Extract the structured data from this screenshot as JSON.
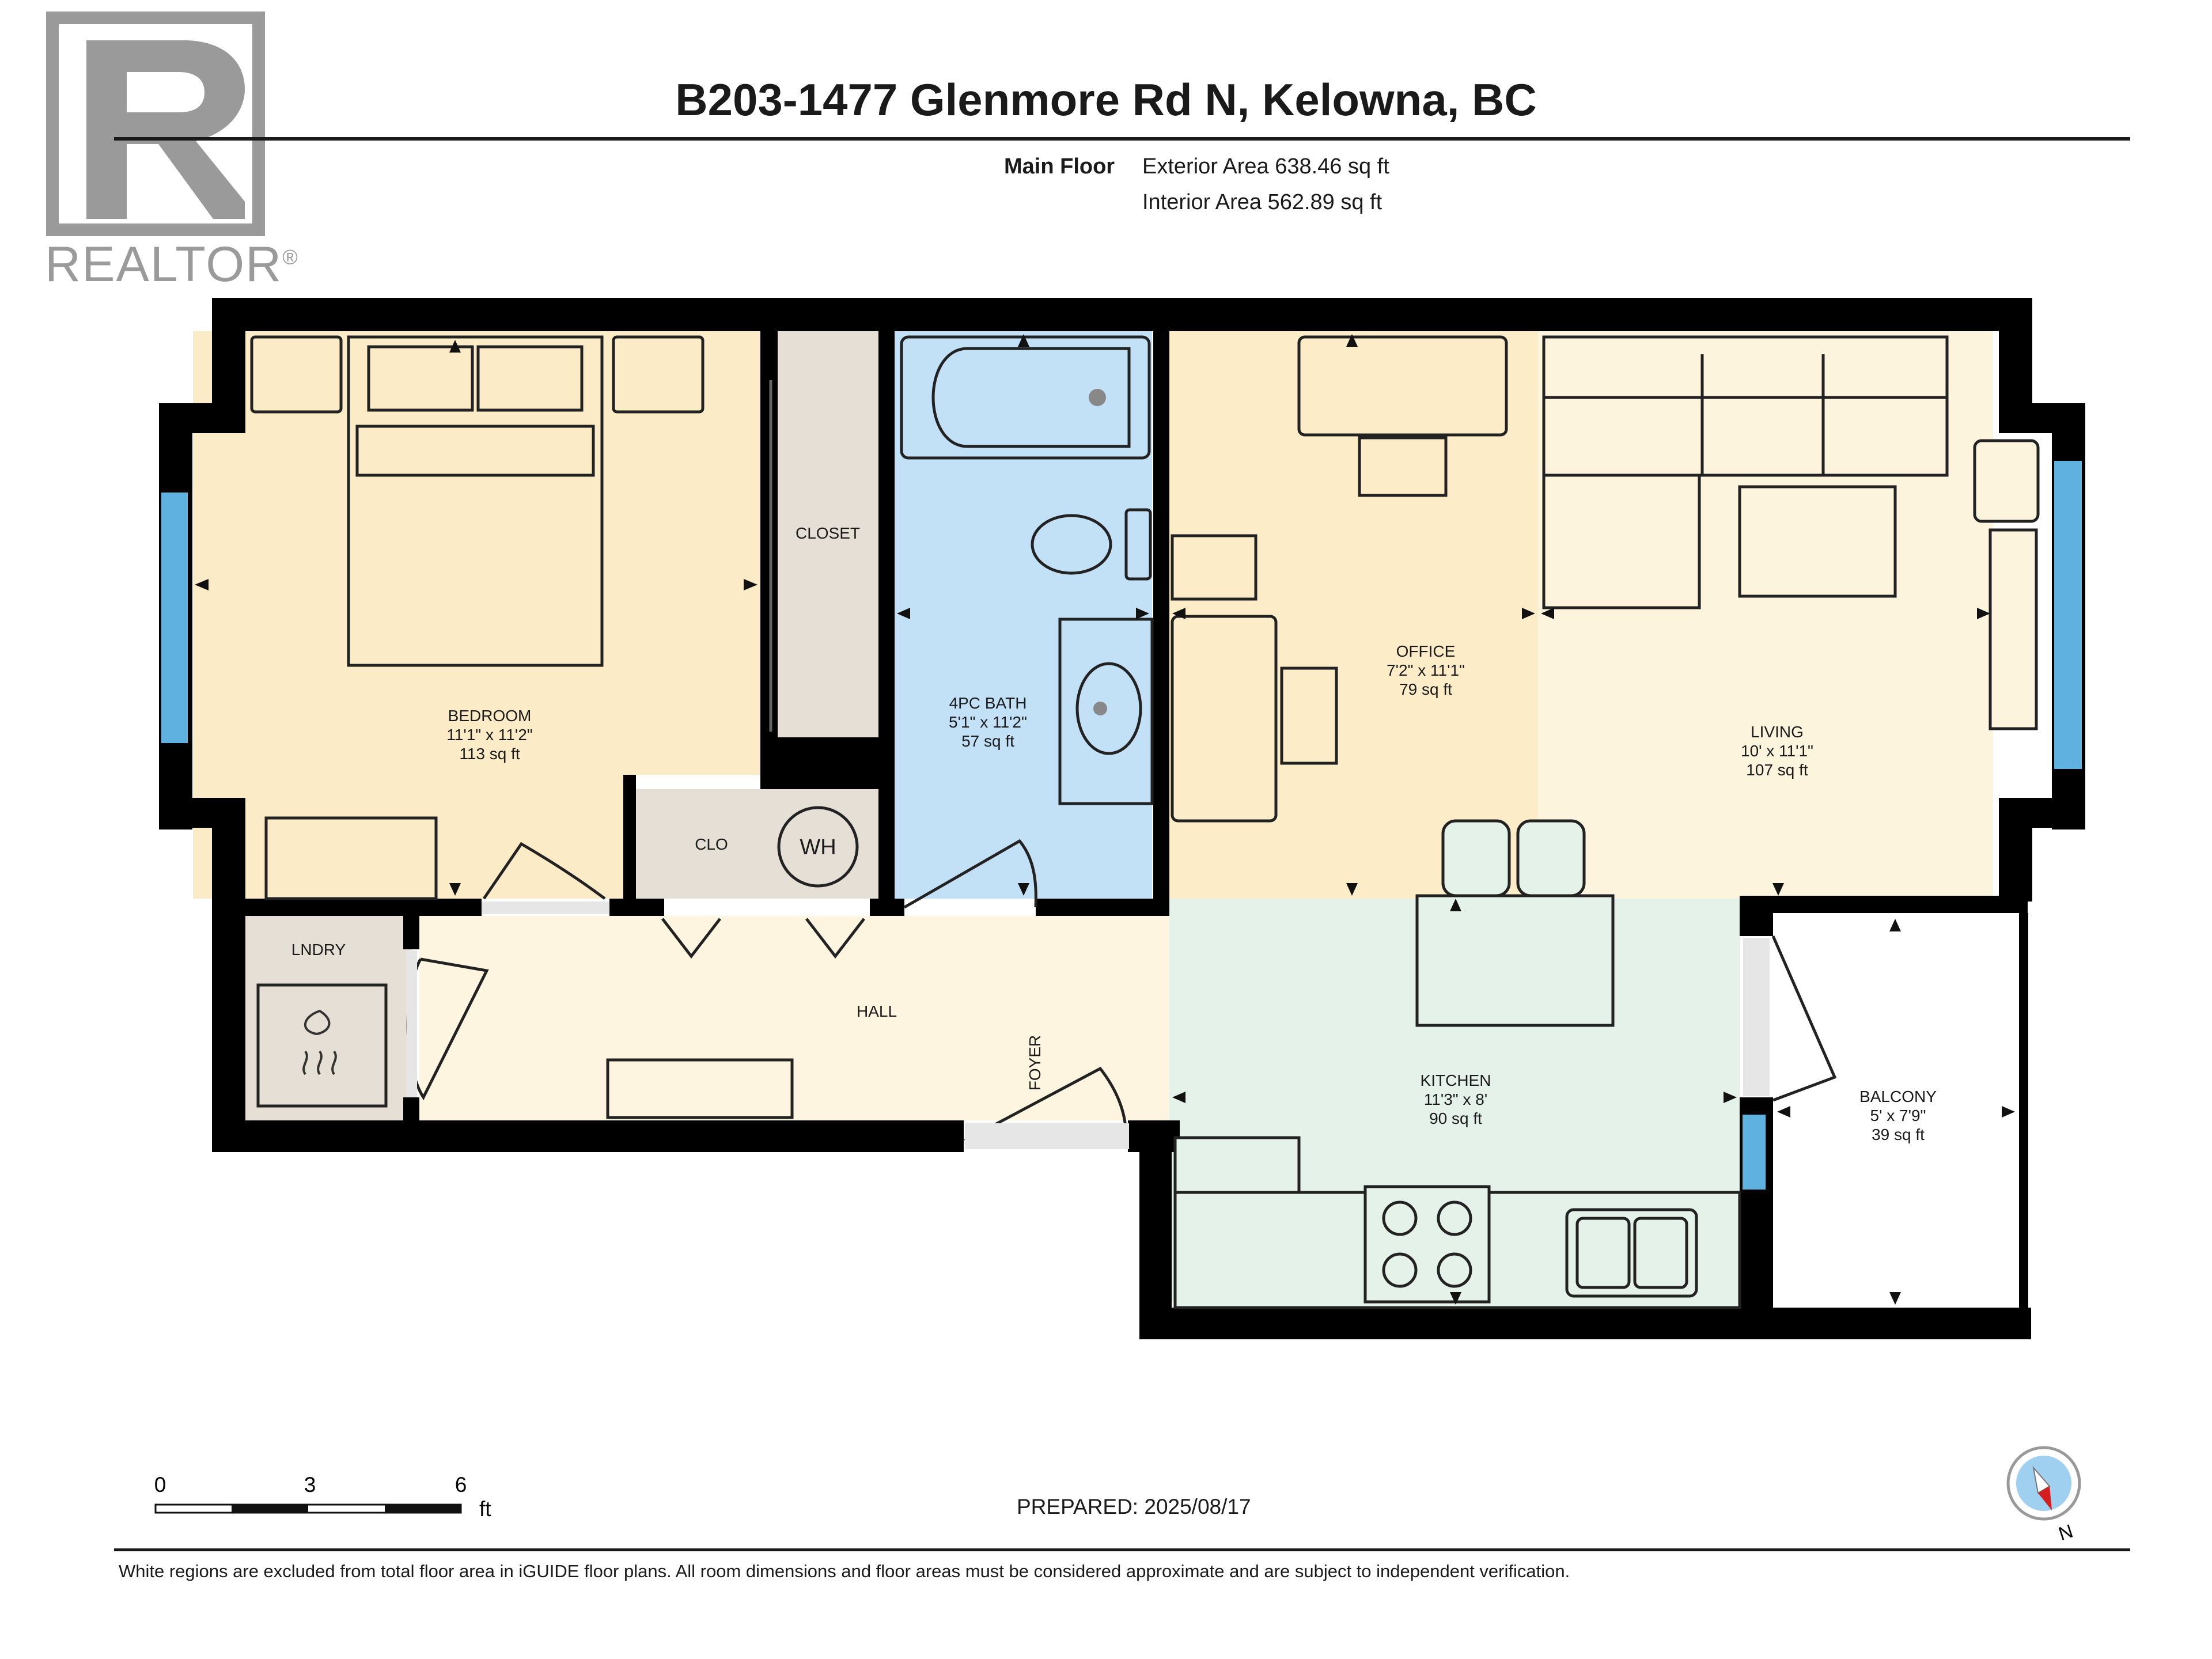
{
  "brand": {
    "name": "REALTOR",
    "registered_mark": "®"
  },
  "title": "B203-1477 Glenmore Rd N, Kelowna, BC",
  "summary": {
    "floor_label": "Main Floor",
    "exterior_area": "Exterior Area 638.46 sq ft",
    "interior_area": "Interior Area 562.89 sq ft"
  },
  "rooms": {
    "bedroom": {
      "name": "BEDROOM",
      "dims": "11'1\" x 11'2\"",
      "area": "113 sq ft"
    },
    "closet": {
      "name": "CLOSET"
    },
    "bath": {
      "name": "4PC BATH",
      "dims": "5'1\" x 11'2\"",
      "area": "57 sq ft"
    },
    "office": {
      "name": "OFFICE",
      "dims": "7'2\" x 11'1\"",
      "area": "79 sq ft"
    },
    "living": {
      "name": "LIVING",
      "dims": "10' x 11'1\"",
      "area": "107 sq ft"
    },
    "clo": {
      "name": "CLO"
    },
    "water_heater": {
      "name": "WH"
    },
    "laundry": {
      "name": "LNDRY"
    },
    "hall": {
      "name": "HALL"
    },
    "foyer": {
      "name": "FOYER"
    },
    "kitchen": {
      "name": "KITCHEN",
      "dims": "11'3\" x 8'",
      "area": "90 sq ft"
    },
    "balcony": {
      "name": "BALCONY",
      "dims": "5' x 7'9\"",
      "area": "39 sq ft"
    }
  },
  "scale": {
    "ticks": [
      "0",
      "3",
      "6"
    ],
    "unit": "ft"
  },
  "compass": {
    "label": "N"
  },
  "prepared": "PREPARED: 2025/08/17",
  "disclaimer": "White regions are excluded from total floor area in iGUIDE floor plans. All room dimensions and floor areas must be considered approximate and are subject to independent verification.",
  "colors": {
    "bedroom": "#fbecc7",
    "bath": "#c3e1f6",
    "office": "#fcedc8",
    "living": "#fdf4dd",
    "kitchen": "#e4f2ea",
    "closet": "#e6dfd6",
    "hall": "#fdf5e0",
    "wall": "#000000",
    "window": "#5fb1df",
    "logo_gray": "#9a9a9a"
  }
}
